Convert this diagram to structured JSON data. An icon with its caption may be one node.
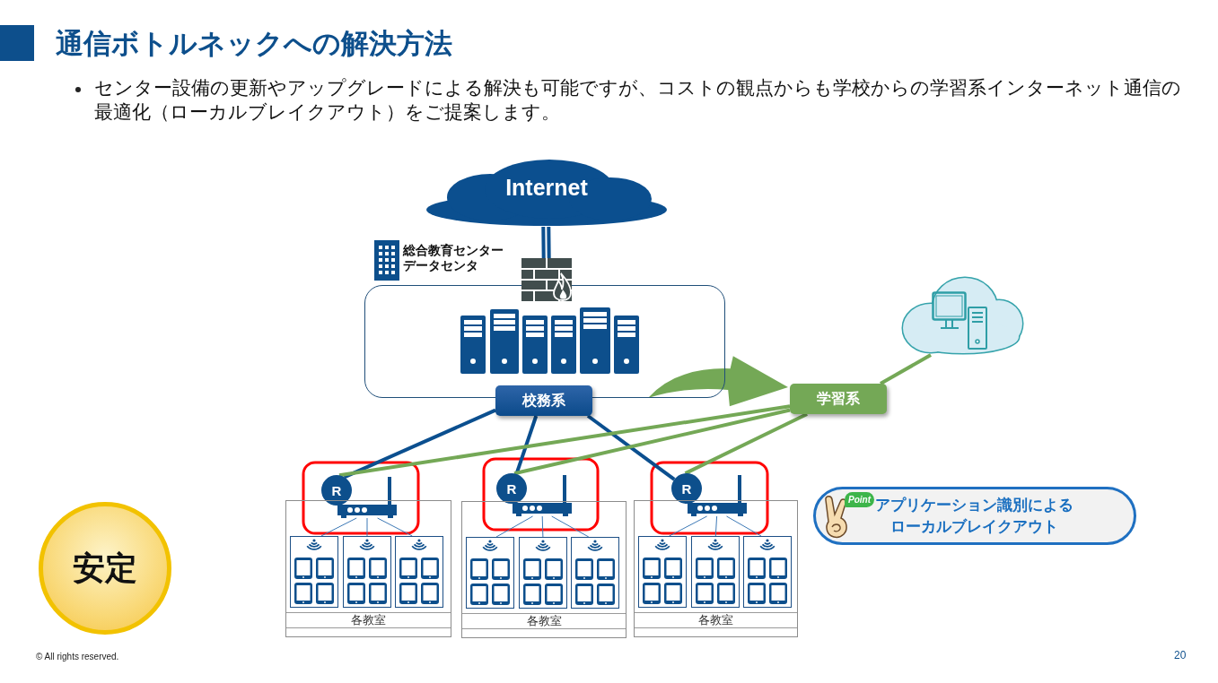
{
  "diagram": {
    "title": "通信ボトルネックへの解決方法",
    "nodes": [
      {
        "text": [
          "Internet"
        ]
      },
      {
        "text": [
          "総合教育センターデータセンタ"
        ]
      },
      {
        "text": [],
        "shape": "picture"
      },
      {
        "text": [
          "校務系"
        ]
      },
      {
        "text": [
          "学習系"
        ]
      },
      {
        "text": [],
        "shape": "cloud"
      },
      {
        "text": [
          "R"
        ]
      },
      {
        "text": [],
        "shape": "picture"
      },
      {
        "text": [
          "R"
        ]
      },
      {
        "text": [],
        "shape": "picture"
      },
      {
        "text": [
          "R"
        ]
      },
      {
        "text": [],
        "shape": "picture"
      },
      {
        "text": [
          "各教室"
        ]
      },
      {
        "text": [],
        "shape": "box",
        "in": 12
      },
      {
        "text": [],
        "shape": "box",
        "in": 12
      },
      {
        "text": [],
        "shape": "box",
        "in": 12
      },
      {
        "text": [
          "各教室"
        ]
      },
      {
        "text": [],
        "shape": "box",
        "in": 16
      },
      {
        "text": [],
        "shape": "box",
        "in": 16
      },
      {
        "text": [],
        "shape": "box",
        "in": 16
      },
      {
        "text": [
          "各教室"
        ]
      },
      {
        "text": [],
        "shape": "box",
        "in": 20
      },
      {
        "text": [],
        "shape": "box",
        "in": 20
      },
      {
        "text": [],
        "shape": "box",
        "in": 20
      },
      {
        "text": [
          "アプリケーション識別によるローカルブレイクアウト"
        ]
      },
      {
        "text": [
          "安定"
        ]
      }
    ],
    "edges": [
      {
        "from": 0,
        "to": 2,
        "arrow": "none",
        "style": "thick",
        "color": "#0b4f8f"
      },
      {
        "from": 3,
        "to": 6,
        "arrow": "none",
        "style": "thick",
        "color": "#0b4f8f"
      },
      {
        "from": 3,
        "to": 8,
        "arrow": "none",
        "style": "thick",
        "color": "#0b4f8f"
      },
      {
        "from": 3,
        "to": 10,
        "arrow": "none",
        "style": "thick",
        "color": "#0b4f8f"
      },
      {
        "from": 5,
        "to": 4,
        "arrow": "none",
        "style": "thick",
        "color": "#74a856"
      },
      {
        "from": 4,
        "to": 6,
        "arrow": "none",
        "style": "thick",
        "color": "#74a856"
      },
      {
        "from": 4,
        "to": 8,
        "arrow": "none",
        "style": "thick",
        "color": "#74a856"
      },
      {
        "from": 4,
        "to": 10,
        "arrow": "none",
        "style": "thick",
        "color": "#74a856"
      },
      {
        "from": 1,
        "to": 4,
        "arrow": "to",
        "style": "thick",
        "color": "#74a856"
      },
      {
        "from": 7,
        "to": 13,
        "arrow": "none"
      },
      {
        "from": 7,
        "to": 14,
        "arrow": "none"
      },
      {
        "from": 7,
        "to": 15,
        "arrow": "none"
      },
      {
        "from": 9,
        "to": 17,
        "arrow": "none"
      },
      {
        "from": 9,
        "to": 18,
        "arrow": "none"
      },
      {
        "from": 9,
        "to": 19,
        "arrow": "none"
      },
      {
        "from": 11,
        "to": 21,
        "arrow": "none"
      },
      {
        "from": 11,
        "to": 22,
        "arrow": "none"
      },
      {
        "from": 11,
        "to": 23,
        "arrow": "none"
      }
    ],
    "labels": [
      "センター設備の更新やアップグレードによる解決も可能ですが、コストの観点からも学校からの学習系インターネット通信の最適化（ローカルブレイクアウト）をご提案します。",
      "Point",
      "© All rights reserved.",
      "20"
    ]
  }
}
